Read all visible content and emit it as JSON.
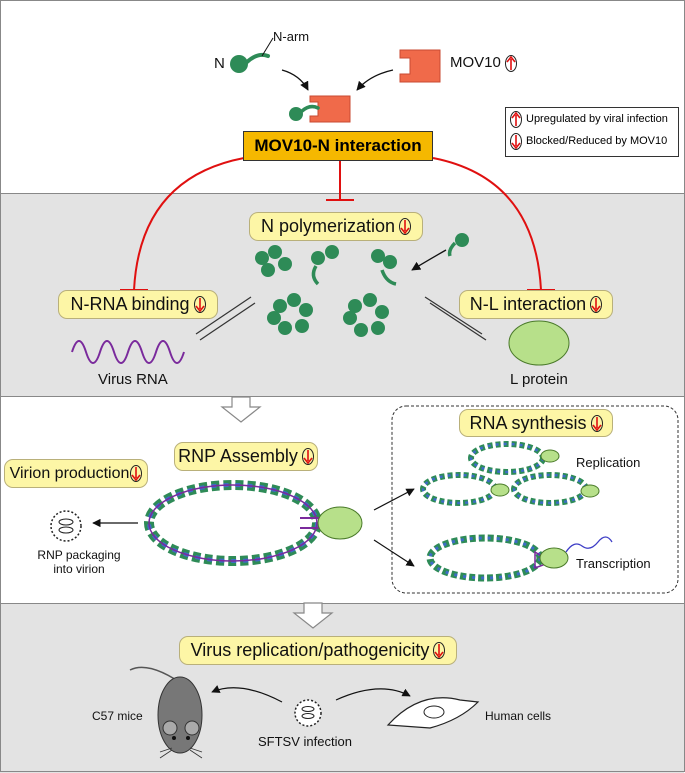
{
  "top": {
    "n_label": "N",
    "n_arm_label": "N-arm",
    "mov10_label": "MOV10",
    "interaction_title": "MOV10-N  interaction"
  },
  "legend": {
    "up_text": "Upregulated by viral infection",
    "down_text": "Blocked/Reduced by MOV10"
  },
  "polymer_panel": {
    "n_polymerization": "N polymerization",
    "n_rna_binding": "N-RNA binding",
    "n_l_interaction": "N-L interaction",
    "virus_rna": "Virus RNA",
    "l_protein": "L protein"
  },
  "rnp_panel": {
    "rnp_assembly": "RNP Assembly",
    "virion_production": "Virion production",
    "packaging_line1": "RNP packaging",
    "packaging_line2": "into virion",
    "rna_synthesis": "RNA synthesis",
    "replication": "Replication",
    "transcription": "Transcription"
  },
  "host_panel": {
    "virus_replication": "Virus replication/pathogenicity",
    "c57_mice": "C57 mice",
    "sftsv_infection": "SFTSV infection",
    "human_cells": "Human cells"
  },
  "colors": {
    "n_protein": "#2e8b57",
    "mov10": "#f06a4a",
    "inhibit_line": "#e01010",
    "highlight_box": "#f5b800",
    "pill_fill": "#fdf6a6",
    "band_gray": "#e3e3e3",
    "l_protein": "#b7e08a",
    "rna_purple": "#7a2a9c",
    "arrow_red": "#e01010"
  }
}
